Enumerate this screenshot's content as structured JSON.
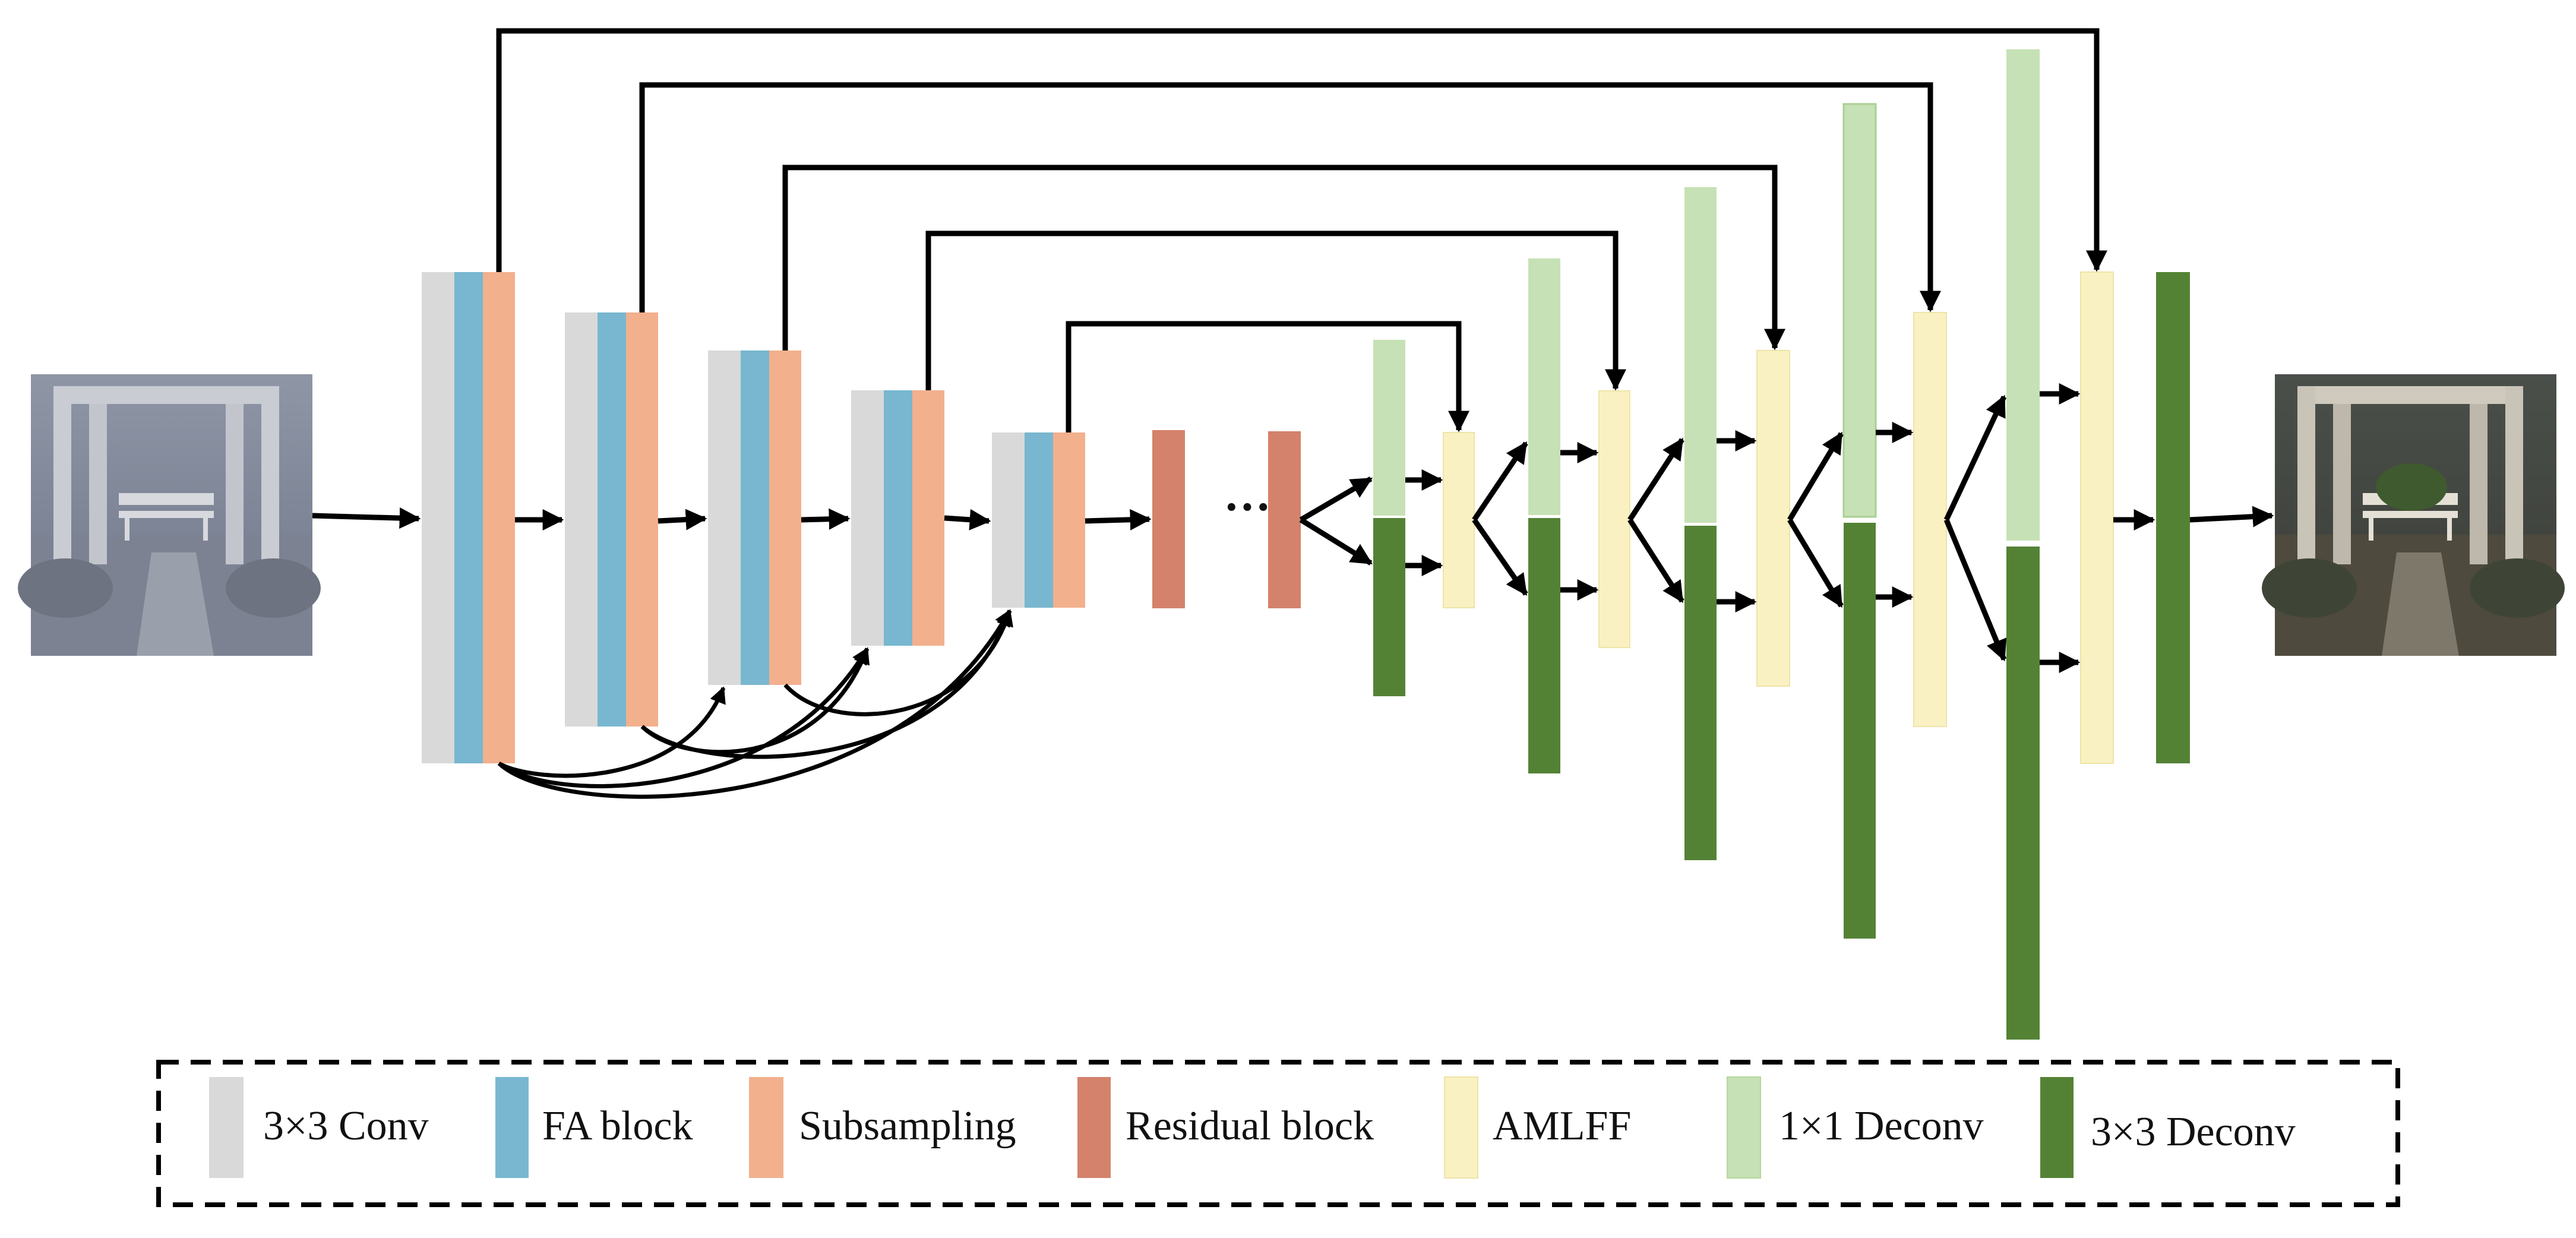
{
  "legend": {
    "items": [
      {
        "key": "conv3",
        "label": "3×3 Conv",
        "color": "#d9d9d9"
      },
      {
        "key": "fa",
        "label": "FA block",
        "color": "#78b7cf"
      },
      {
        "key": "sub",
        "label": "Subsampling",
        "color": "#f2b08d"
      },
      {
        "key": "res",
        "label": "Residual block",
        "color": "#d4826c"
      },
      {
        "key": "amlff",
        "label": "AMLFF",
        "color": "#faf1c2"
      },
      {
        "key": "deconv1",
        "label": "1×1 Deconv",
        "color": "#c6e1b5"
      },
      {
        "key": "deconv3",
        "label": "3×3 Deconv",
        "color": "#548235"
      }
    ]
  },
  "ellipsis": "···",
  "images": {
    "input": "hazy-input-image",
    "output": "dehazed-output-image"
  }
}
